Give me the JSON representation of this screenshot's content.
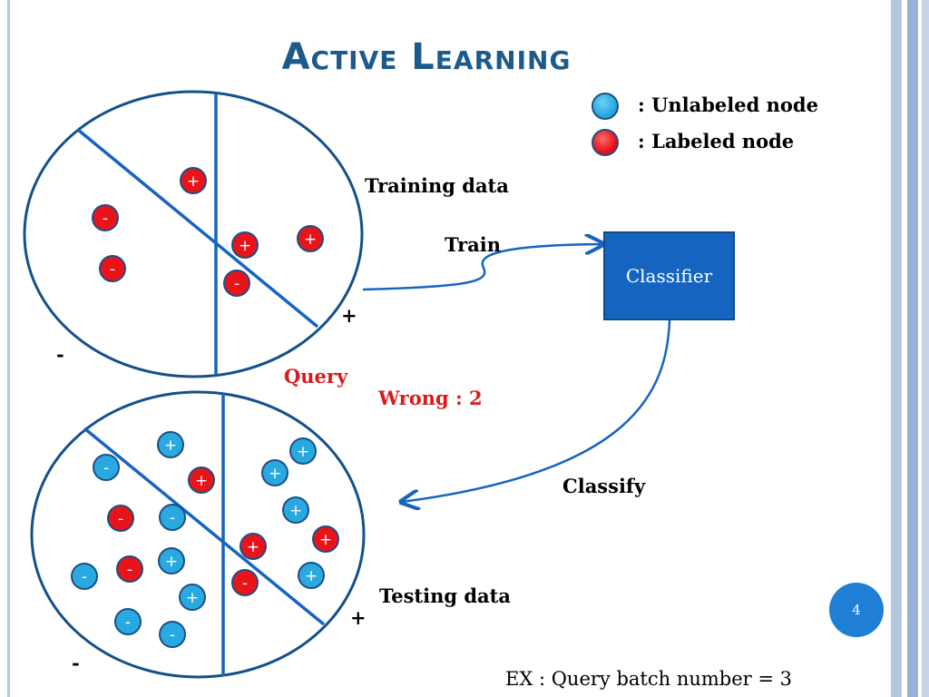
{
  "title": "Active Learning",
  "legend": {
    "unlabeled": {
      "text": ": Unlabeled node",
      "color": "#29a9e0"
    },
    "labeled": {
      "text": ": Labeled node",
      "color": "#e8141a"
    }
  },
  "labels": {
    "training_data": "Training data",
    "train": "Train",
    "query": "Query",
    "wrong": "Wrong : 2",
    "classify": "Classify",
    "testing_data": "Testing data",
    "classifier": "Classifier",
    "example": "EX : Query batch number = 3"
  },
  "region_signs": {
    "top_plus": "+",
    "top_minus": "-",
    "bottom_plus": "+",
    "bottom_minus": "-"
  },
  "page_number": "4",
  "colors": {
    "line": "#1565c0",
    "circle_border": "#14508a",
    "red_node": "#e8141a",
    "blue_node": "#29a9e0",
    "query_text": "#d81b1b"
  },
  "training_nodes": [
    {
      "sign": "+",
      "type": "labeled"
    },
    {
      "sign": "-",
      "type": "labeled"
    },
    {
      "sign": "+",
      "type": "labeled"
    },
    {
      "sign": "+",
      "type": "labeled"
    },
    {
      "sign": "-",
      "type": "labeled"
    },
    {
      "sign": "-",
      "type": "labeled"
    }
  ],
  "testing_nodes": [
    {
      "sign": "+",
      "type": "unlabeled"
    },
    {
      "sign": "+",
      "type": "unlabeled"
    },
    {
      "sign": "-",
      "type": "unlabeled"
    },
    {
      "sign": "+",
      "type": "labeled"
    },
    {
      "sign": "+",
      "type": "unlabeled"
    },
    {
      "sign": "-",
      "type": "labeled"
    },
    {
      "sign": "-",
      "type": "unlabeled"
    },
    {
      "sign": "+",
      "type": "unlabeled"
    },
    {
      "sign": "+",
      "type": "labeled"
    },
    {
      "sign": "+",
      "type": "labeled"
    },
    {
      "sign": "-",
      "type": "unlabeled"
    },
    {
      "sign": "-",
      "type": "labeled"
    },
    {
      "sign": "+",
      "type": "unlabeled"
    },
    {
      "sign": "-",
      "type": "labeled"
    },
    {
      "sign": "+",
      "type": "unlabeled"
    },
    {
      "sign": "+",
      "type": "unlabeled"
    },
    {
      "sign": "-",
      "type": "unlabeled"
    },
    {
      "sign": "-",
      "type": "unlabeled"
    }
  ]
}
